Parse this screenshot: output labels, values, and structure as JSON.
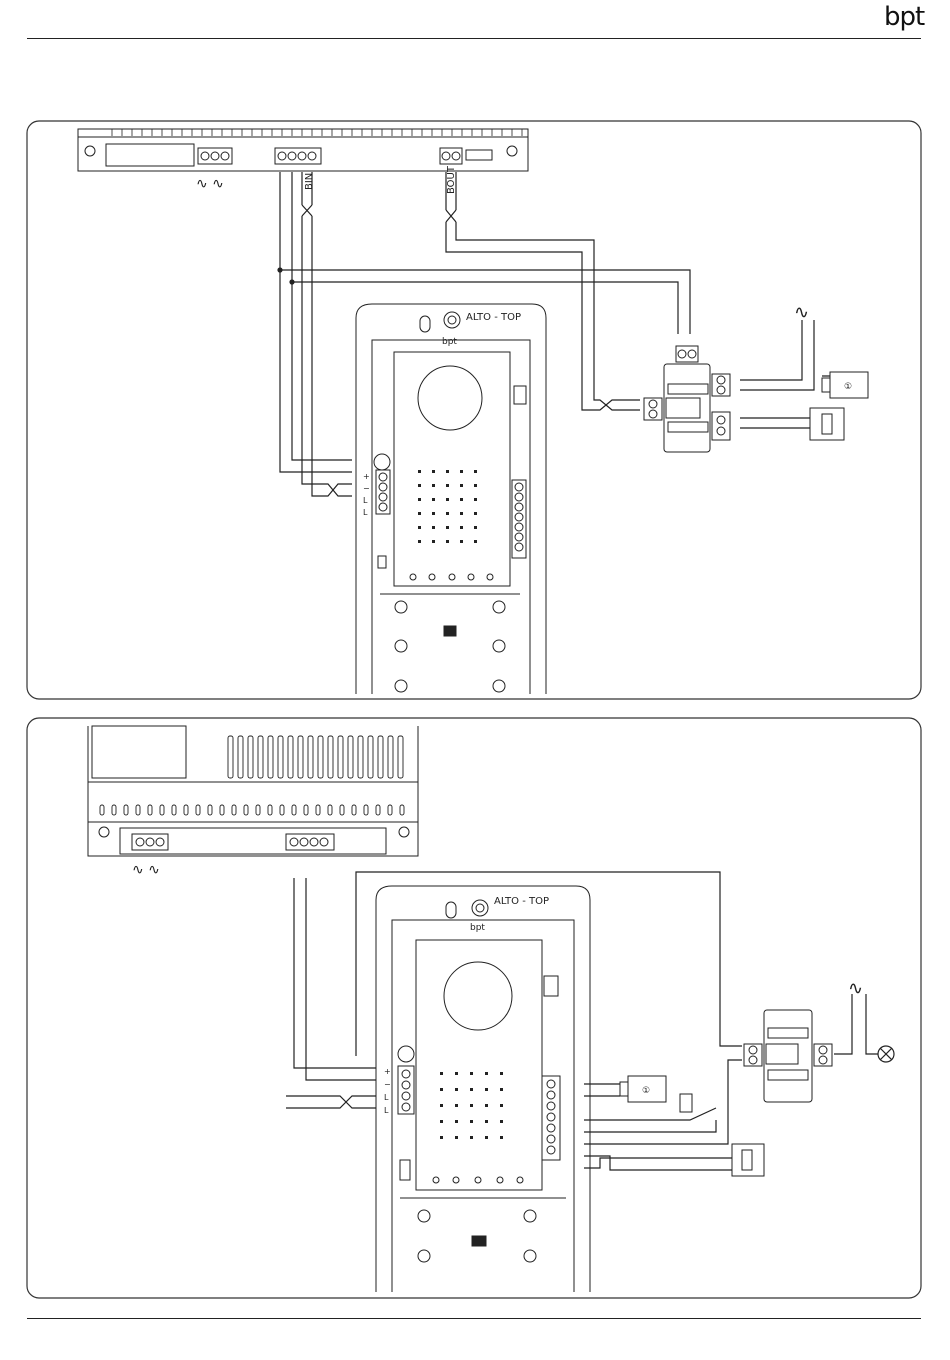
{
  "header": {
    "logo_text": "bpt"
  },
  "diagram_top": {
    "supply_ac_label": "∿ ∿",
    "bin_label": "BIN",
    "bout_label": "BOUT",
    "entrance_panel_label": "ALTO - TOP",
    "entrance_panel_logo": "bpt",
    "mains_symbol": "∿",
    "camera_symbol": "①",
    "terminal_labels": [
      "+",
      "−",
      "L",
      "L"
    ]
  },
  "diagram_bottom": {
    "supply_ac_label": "∿ ∿",
    "entrance_panel_label": "ALTO - TOP",
    "entrance_panel_logo": "bpt",
    "mains_symbol": "∿",
    "camera_symbol": "①",
    "terminal_labels": [
      "+",
      "−",
      "L",
      "L"
    ]
  },
  "colors": {
    "line": "#222222",
    "frame": "#333333",
    "background": "#ffffff"
  }
}
